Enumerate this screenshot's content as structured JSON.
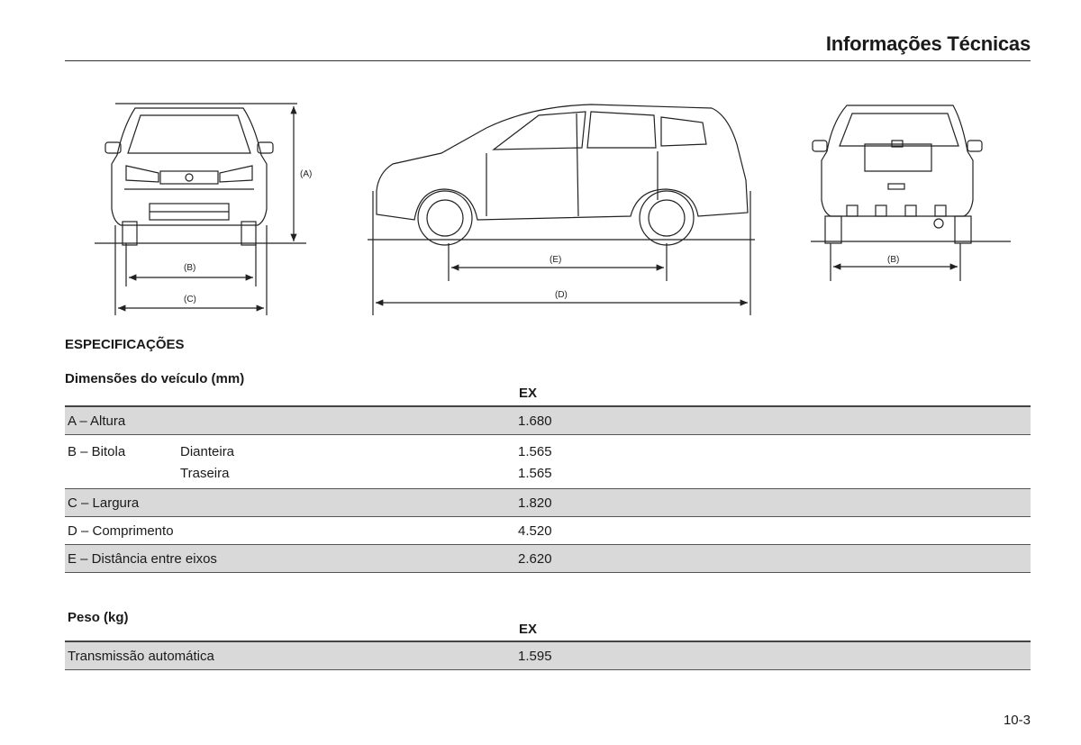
{
  "header": {
    "title": "Informações Técnicas"
  },
  "figure": {
    "label_a": "(A)",
    "label_b": "(B)",
    "label_c": "(C)",
    "label_d": "(D)",
    "label_e": "(E)"
  },
  "specs": {
    "section_title": "ESPECIFICAÇÕES",
    "dimensions": {
      "title": "Dimensões do veículo (mm)",
      "column": "EX",
      "rows": [
        {
          "label": "A –  Altura",
          "sub": "",
          "value": "1.680"
        },
        {
          "label": "B – Bitola",
          "sub": "Dianteira",
          "value": "1.565"
        },
        {
          "label": "",
          "sub": "Traseira",
          "value": "1.565"
        },
        {
          "label": "C – Largura",
          "sub": "",
          "value": "1.820"
        },
        {
          "label": "D –  Comprimento",
          "sub": "",
          "value": "4.520"
        },
        {
          "label": "E – Distância entre eixos",
          "sub": "",
          "value": "2.620"
        }
      ]
    },
    "weight": {
      "title": "Peso (kg)",
      "column": "EX",
      "rows": [
        {
          "label": "Transmissão  automática",
          "value": "1.595"
        }
      ]
    }
  },
  "page_number": "10-3"
}
